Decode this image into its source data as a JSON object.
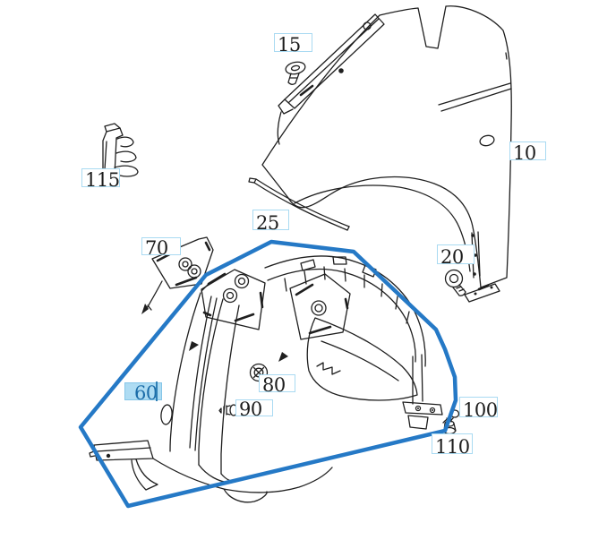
{
  "diagram": {
    "kind": "vehicle-parts-line-diagram",
    "subject": "front fender and wheel arch liner exploded view",
    "callouts": [
      {
        "id": "10",
        "label": "10",
        "selected": false
      },
      {
        "id": "15",
        "label": "15",
        "selected": false
      },
      {
        "id": "20",
        "label": "20",
        "selected": false
      },
      {
        "id": "25",
        "label": "25",
        "selected": false
      },
      {
        "id": "60",
        "label": "60",
        "selected": true
      },
      {
        "id": "70",
        "label": "70",
        "selected": false
      },
      {
        "id": "80",
        "label": "80",
        "selected": false
      },
      {
        "id": "90",
        "label": "90",
        "selected": false
      },
      {
        "id": "100",
        "label": "100",
        "selected": false
      },
      {
        "id": "110",
        "label": "110",
        "selected": false
      },
      {
        "id": "115",
        "label": "115",
        "selected": false
      }
    ],
    "selected_callout": "60",
    "colors": {
      "line_art": "#1f1f1f",
      "callout_border": "#a9daf2",
      "callout_background": "#ffffff",
      "callout_text": "#1c1c1c",
      "selected_callout_background": "#aedcf3",
      "selected_callout_border": "#85c6e8",
      "selected_callout_text": "#1b6ca8",
      "text_cursor": "#2f7fb5",
      "selection_polygon": "#2579c6",
      "canvas_background": "#ffffff"
    }
  }
}
